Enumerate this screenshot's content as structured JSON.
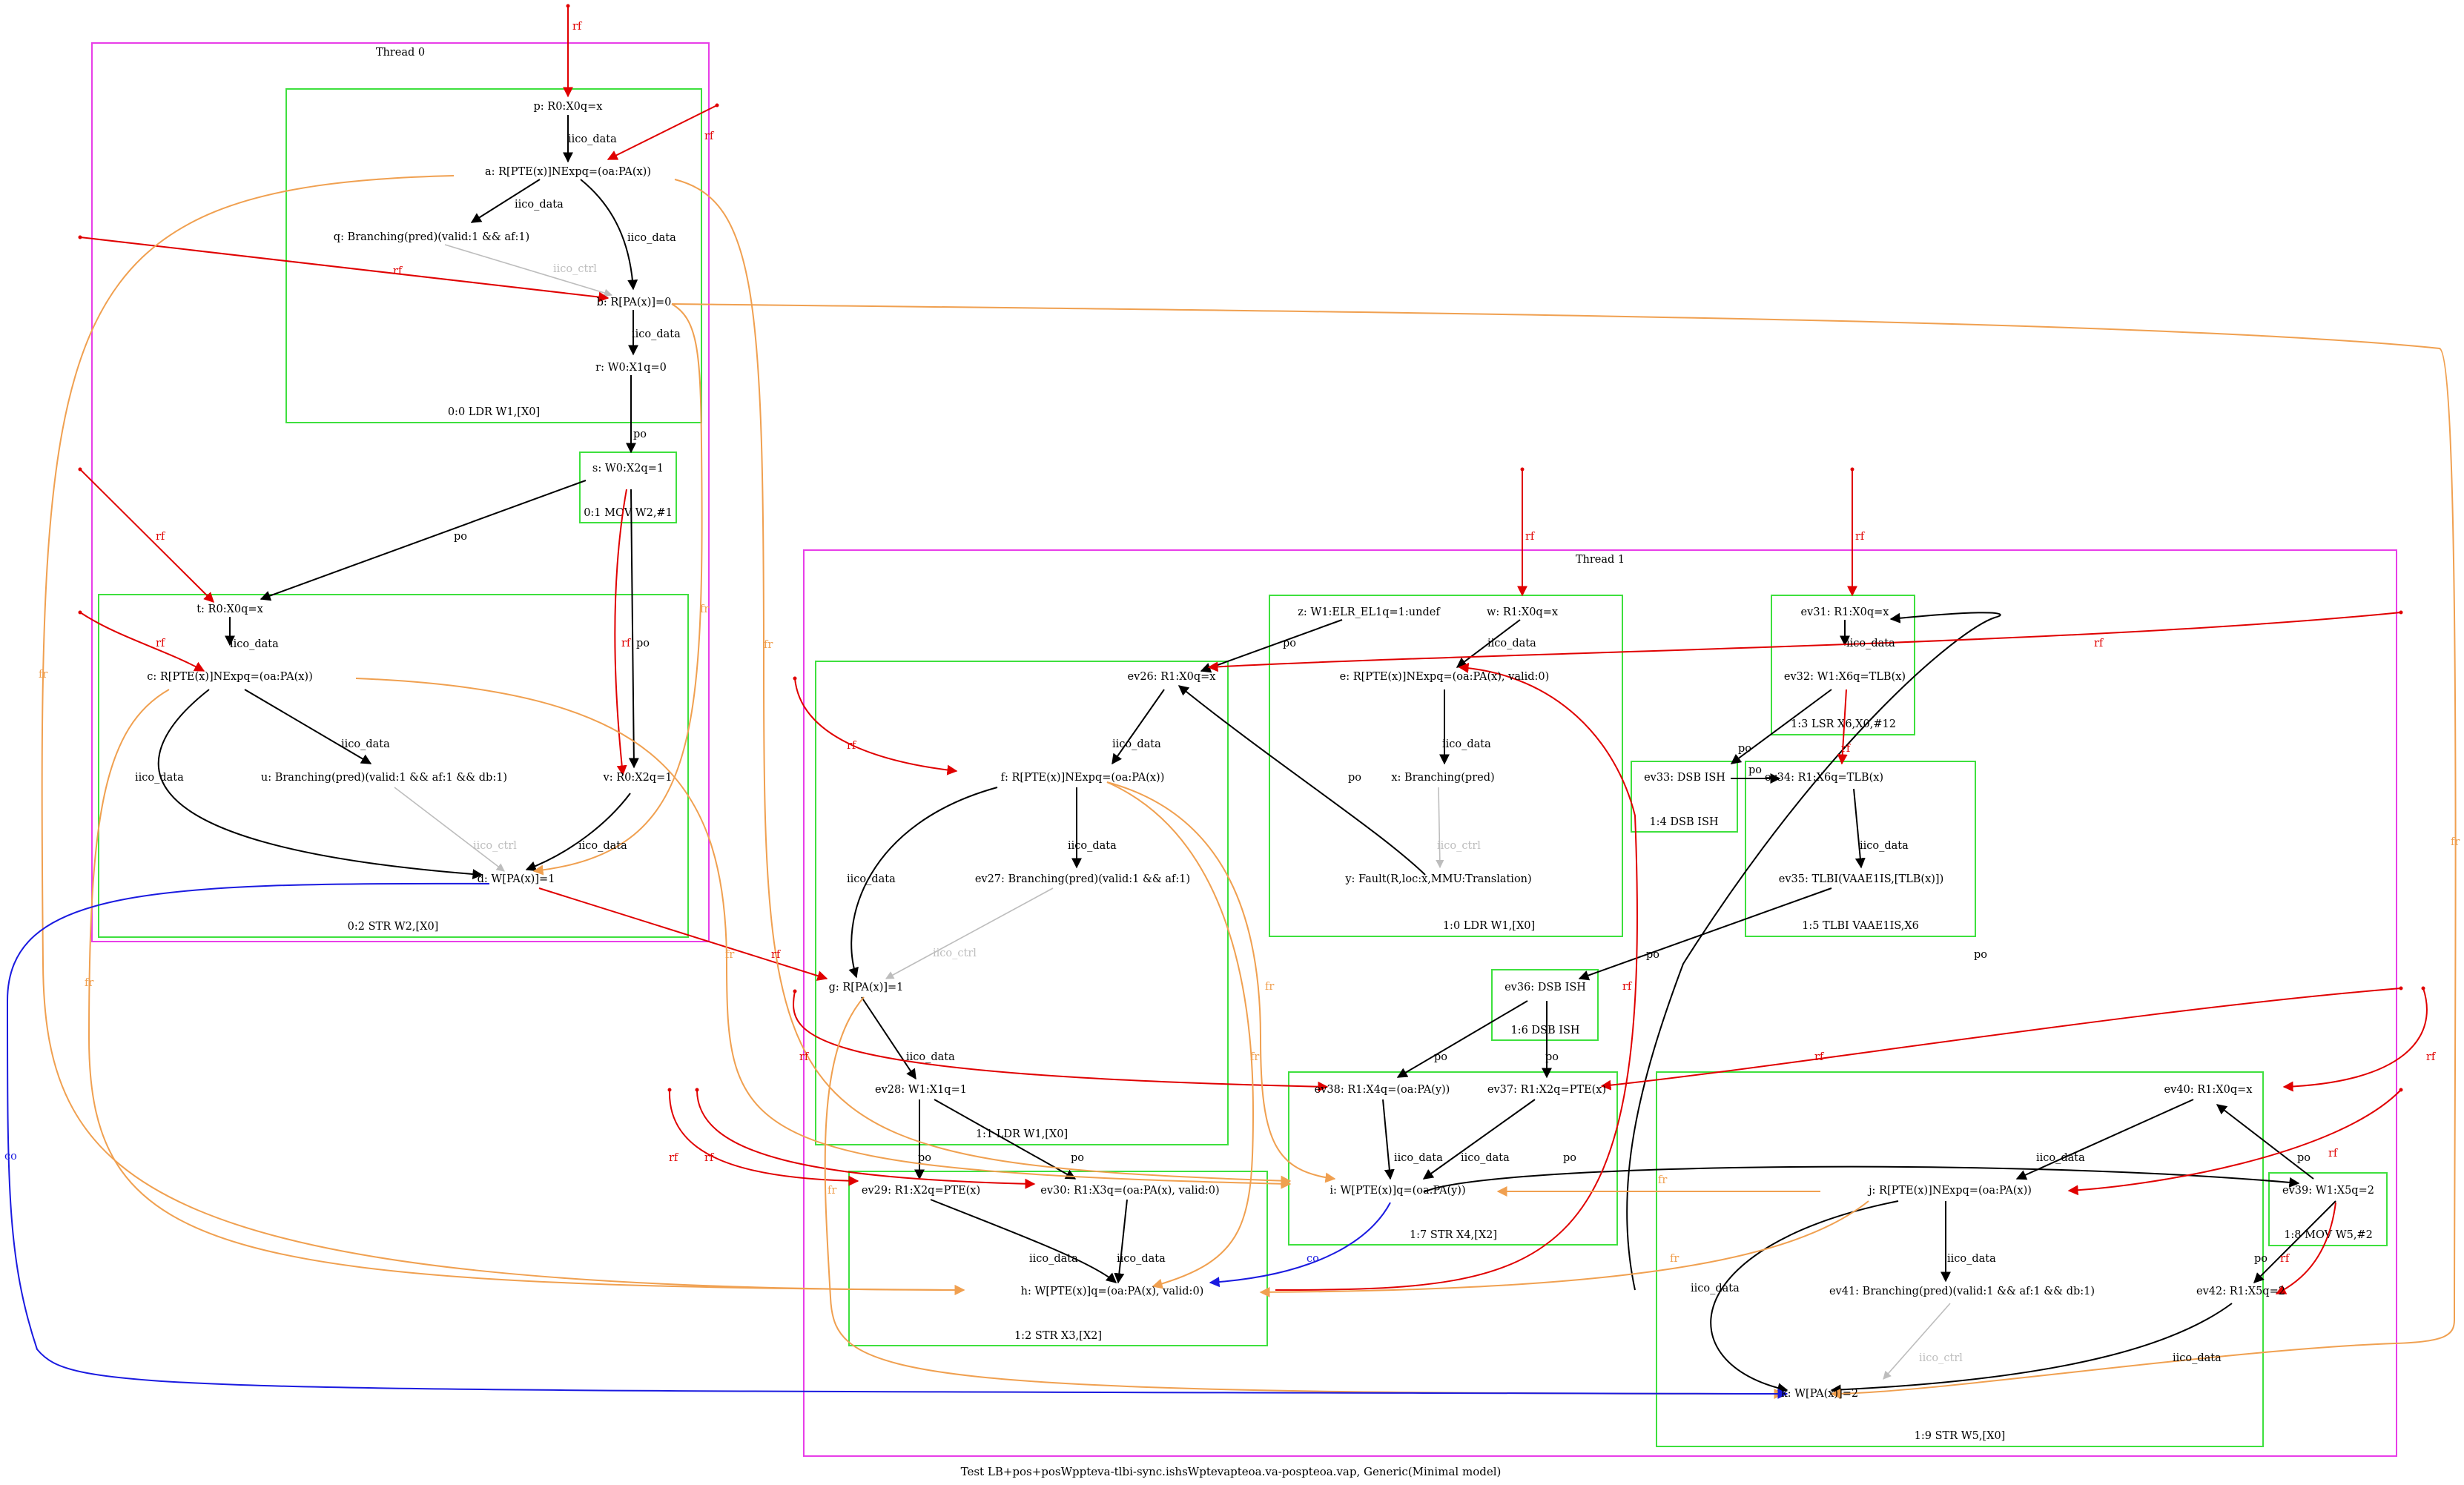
{
  "colors": {
    "thread_border": "#e83ee8",
    "instr_border": "#3ee03e",
    "po": "#000000",
    "rf": "#e00000",
    "fr": "#f0a050",
    "co": "#1a1ae0",
    "ctrl": "#bdbdbd"
  },
  "caption": "Test LB+pos+posWppteva-tlbi-sync.ishsWptevapteoa.va-pospteoa.vap, Generic(Minimal model)",
  "threads": {
    "t0": "Thread 0",
    "t1": "Thread 1"
  },
  "instructions": {
    "t0_i0": "0:0 LDR W1,[X0]",
    "t0_i1": "0:1 MOV W2,#1",
    "t0_i2": "0:2 STR W2,[X0]",
    "t1_i0": "1:0 LDR W1,[X0]",
    "t1_i1": "1:1 LDR W1,[X0]",
    "t1_i2": "1:2 STR X3,[X2]",
    "t1_i3": "1:3 LSR X6,X0,#12",
    "t1_i4": "1:4 DSB ISH",
    "t1_i5": "1:5 TLBI VAAE1IS,X6",
    "t1_i6": "1:6 DSB ISH",
    "t1_i7": "1:7 STR X4,[X2]",
    "t1_i8": "1:8 MOV W5,#2",
    "t1_i9": "1:9 STR W5,[X0]"
  },
  "events": {
    "p": "p: R0:X0q=x",
    "a": "a: R[PTE(x)]NExpq=(oa:PA(x))",
    "q": "q: Branching(pred)(valid:1 && af:1)",
    "b": "b: R[PA(x)]=0",
    "r": "r: W0:X1q=0",
    "s": "s: W0:X2q=1",
    "t": "t: R0:X0q=x",
    "c": "c: R[PTE(x)]NExpq=(oa:PA(x))",
    "u": "u: Branching(pred)(valid:1 && af:1 && db:1)",
    "v": "v: R0:X2q=1",
    "d": "d: W[PA(x)]=1",
    "z": "z: W1:ELR_EL1q=1:undef",
    "w": "w: R1:X0q=x",
    "e": "e: R[PTE(x)]NExpq=(oa:PA(x), valid:0)",
    "x": "x: Branching(pred)",
    "y": "y: Fault(R,loc:x,MMU:Translation)",
    "ev26": "ev26: R1:X0q=x",
    "f": "f: R[PTE(x)]NExpq=(oa:PA(x))",
    "ev27": "ev27: Branching(pred)(valid:1 && af:1)",
    "g": "g: R[PA(x)]=1",
    "ev28": "ev28: W1:X1q=1",
    "ev29": "ev29: R1:X2q=PTE(x)",
    "ev30": "ev30: R1:X3q=(oa:PA(x), valid:0)",
    "h": "h: W[PTE(x)]q=(oa:PA(x), valid:0)",
    "ev31": "ev31: R1:X0q=x",
    "ev32": "ev32: W1:X6q=TLB(x)",
    "ev33": "ev33: DSB ISH",
    "ev34": "ev34: R1:X6q=TLB(x)",
    "ev35": "ev35: TLBI(VAAE1IS,[TLB(x)])",
    "ev36": "ev36: DSB ISH",
    "ev37": "ev37: R1:X2q=PTE(x)",
    "ev38": "ev38: R1:X4q=(oa:PA(y))",
    "i": "i: W[PTE(x)]q=(oa:PA(y))",
    "ev40": "ev40: R1:X0q=x",
    "j": "j: R[PTE(x)]NExpq=(oa:PA(x))",
    "ev39": "ev39: W1:X5q=2",
    "ev41": "ev41: Branching(pred)(valid:1 && af:1 && db:1)",
    "ev42": "ev42: R1:X5q=2",
    "k": "k: W[PA(x)]=2"
  },
  "edge_labels": {
    "rf": "rf",
    "fr": "fr",
    "co": "co",
    "po": "po",
    "iico_data": "iico_data",
    "iico_ctrl": "iico_ctrl"
  }
}
